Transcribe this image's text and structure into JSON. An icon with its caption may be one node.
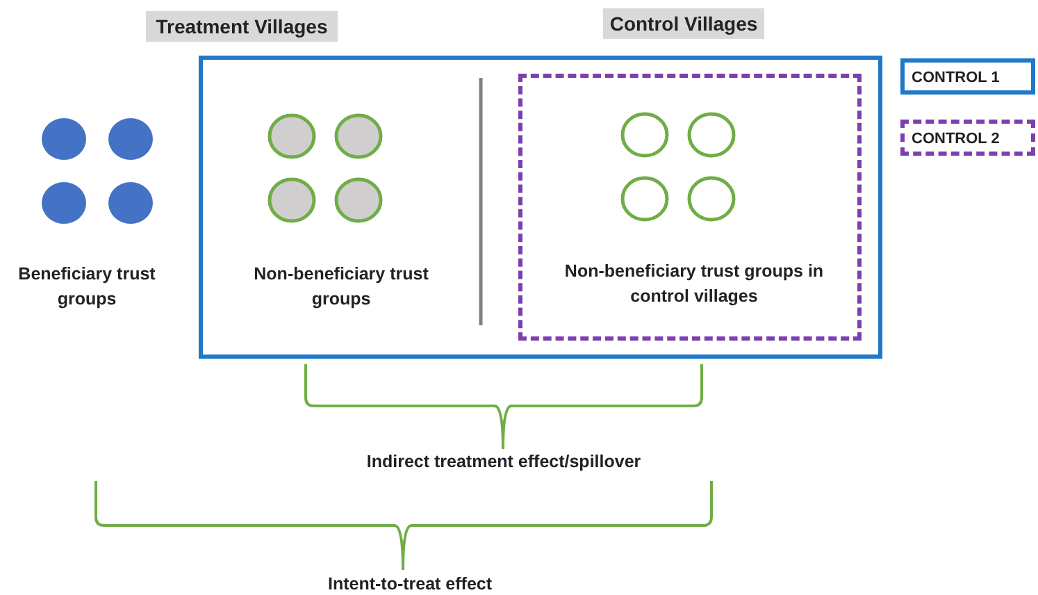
{
  "diagram": {
    "nodes": [
      {
        "text": [],
        "shape": "box"
      },
      {
        "text": [
          "Non-beneficiary trust groups in control villages"
        ],
        "in": 0
      },
      {
        "text": [
          "CONTROL 1"
        ]
      },
      {
        "text": [
          "CONTROL 2"
        ]
      }
    ],
    "labels": [
      "Treatment Villages",
      "Control Villages",
      "Beneficiary trust groups",
      "Non-beneficiary trust groups",
      "Indirect treatment effect/spillover",
      "Intent-to-treat effect"
    ]
  }
}
